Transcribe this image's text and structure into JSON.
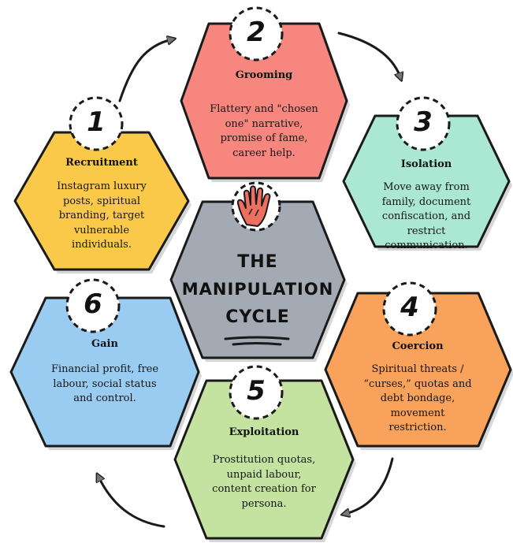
{
  "title": {
    "line1": "THE",
    "line2": "MANIPULATION",
    "line3": "CYCLE"
  },
  "steps": [
    {
      "number": "1",
      "title": "Recruitment",
      "lines": [
        "Instagram luxury",
        "posts, spiritual",
        "branding, target",
        "vulnerable",
        "individuals."
      ],
      "color": "#fbc94a"
    },
    {
      "number": "2",
      "title": "Grooming",
      "lines": [
        "Flattery and \"chosen",
        "one\" narrative,",
        "promise of fame,",
        "career help."
      ],
      "color": "#f7877e"
    },
    {
      "number": "3",
      "title": "Isolation",
      "lines": [
        "Move away from",
        "family, document",
        "confiscation, and",
        "restrict",
        "communication."
      ],
      "color": "#abe8d4"
    },
    {
      "number": "4",
      "title": "Coercion",
      "lines": [
        "Spiritual threats /",
        "“curses,” quotas and",
        "debt bondage,",
        "movement",
        "restriction."
      ],
      "color": "#f9a25b"
    },
    {
      "number": "5",
      "title": "Exploitation",
      "lines": [
        "Prostitution quotas,",
        "unpaid labour,",
        "content creation for",
        "persona."
      ],
      "color": "#c4e3a1"
    },
    {
      "number": "6",
      "title": "Gain",
      "lines": [
        "Financial profit, free",
        "labour, social status",
        "and control."
      ],
      "color": "#9acbf0"
    }
  ],
  "center_color": "#a3aab4",
  "hand_color": "#ee6f62",
  "icons": [
    "hand-icon"
  ]
}
